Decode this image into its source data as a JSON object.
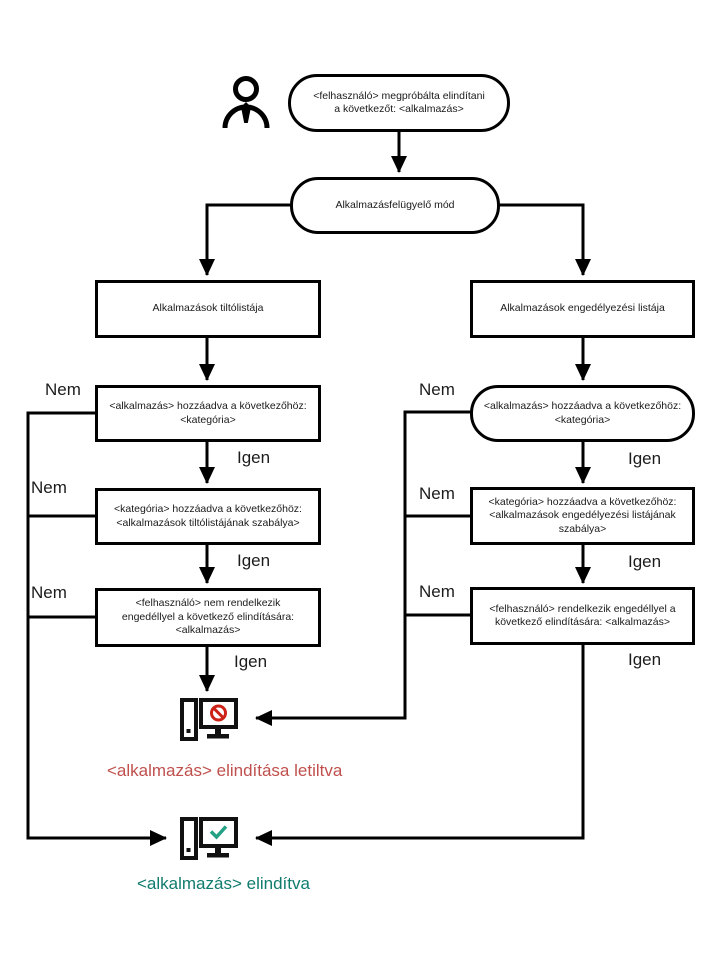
{
  "labels": {
    "yes": "Igen",
    "no": "Nem"
  },
  "nodes": {
    "start": {
      "lines": [
        "<felhasználó> megpróbálta elindítani",
        "a következőt: <alkalmazás>"
      ]
    },
    "mode": {
      "lines": [
        "Alkalmazásfelügyelő mód"
      ]
    },
    "denylist": {
      "lines": [
        "Alkalmazások tiltólistája"
      ]
    },
    "allowlist": {
      "lines": [
        "Alkalmazások engedélyezési listája"
      ]
    },
    "deny_app_category": {
      "lines": [
        "<alkalmazás>  hozzáadva a következőhöz:",
        "<kategória>"
      ]
    },
    "deny_category_rule": {
      "lines": [
        "<kategória> hozzáadva a következőhöz:",
        "<alkalmazások tiltólistájának szabálya>"
      ]
    },
    "deny_user_permission": {
      "lines": [
        "<felhasználó> nem rendelkezik",
        "engedéllyel a következő elindítására:",
        "<alkalmazás>"
      ]
    },
    "allow_app_category": {
      "lines": [
        "<alkalmazás>  hozzáadva a következőhöz:",
        "<kategória>"
      ]
    },
    "allow_category_rule": {
      "lines": [
        "<kategória> hozzáadva a következőhöz:",
        "<alkalmazások  engedélyezési listájának",
        "szabálya>"
      ]
    },
    "allow_user_permission": {
      "lines": [
        "<felhasználó> rendelkezik engedéllyel a",
        "következő elindítására:  <alkalmazás>"
      ]
    }
  },
  "outcomes": {
    "blocked": {
      "text": "<alkalmazás>  elindítása letiltva",
      "color": "#c0504d"
    },
    "started": {
      "text": "<alkalmazás>  elindítva",
      "color": "#107c6e"
    }
  },
  "icons": {
    "user": "user-icon",
    "blocked_computer": "computer with prohibition sign",
    "started_computer": "computer with check mark",
    "blocked_sign_color": "#cc2217",
    "check_color": "#23a184"
  },
  "colors": {
    "line": "#000000"
  }
}
